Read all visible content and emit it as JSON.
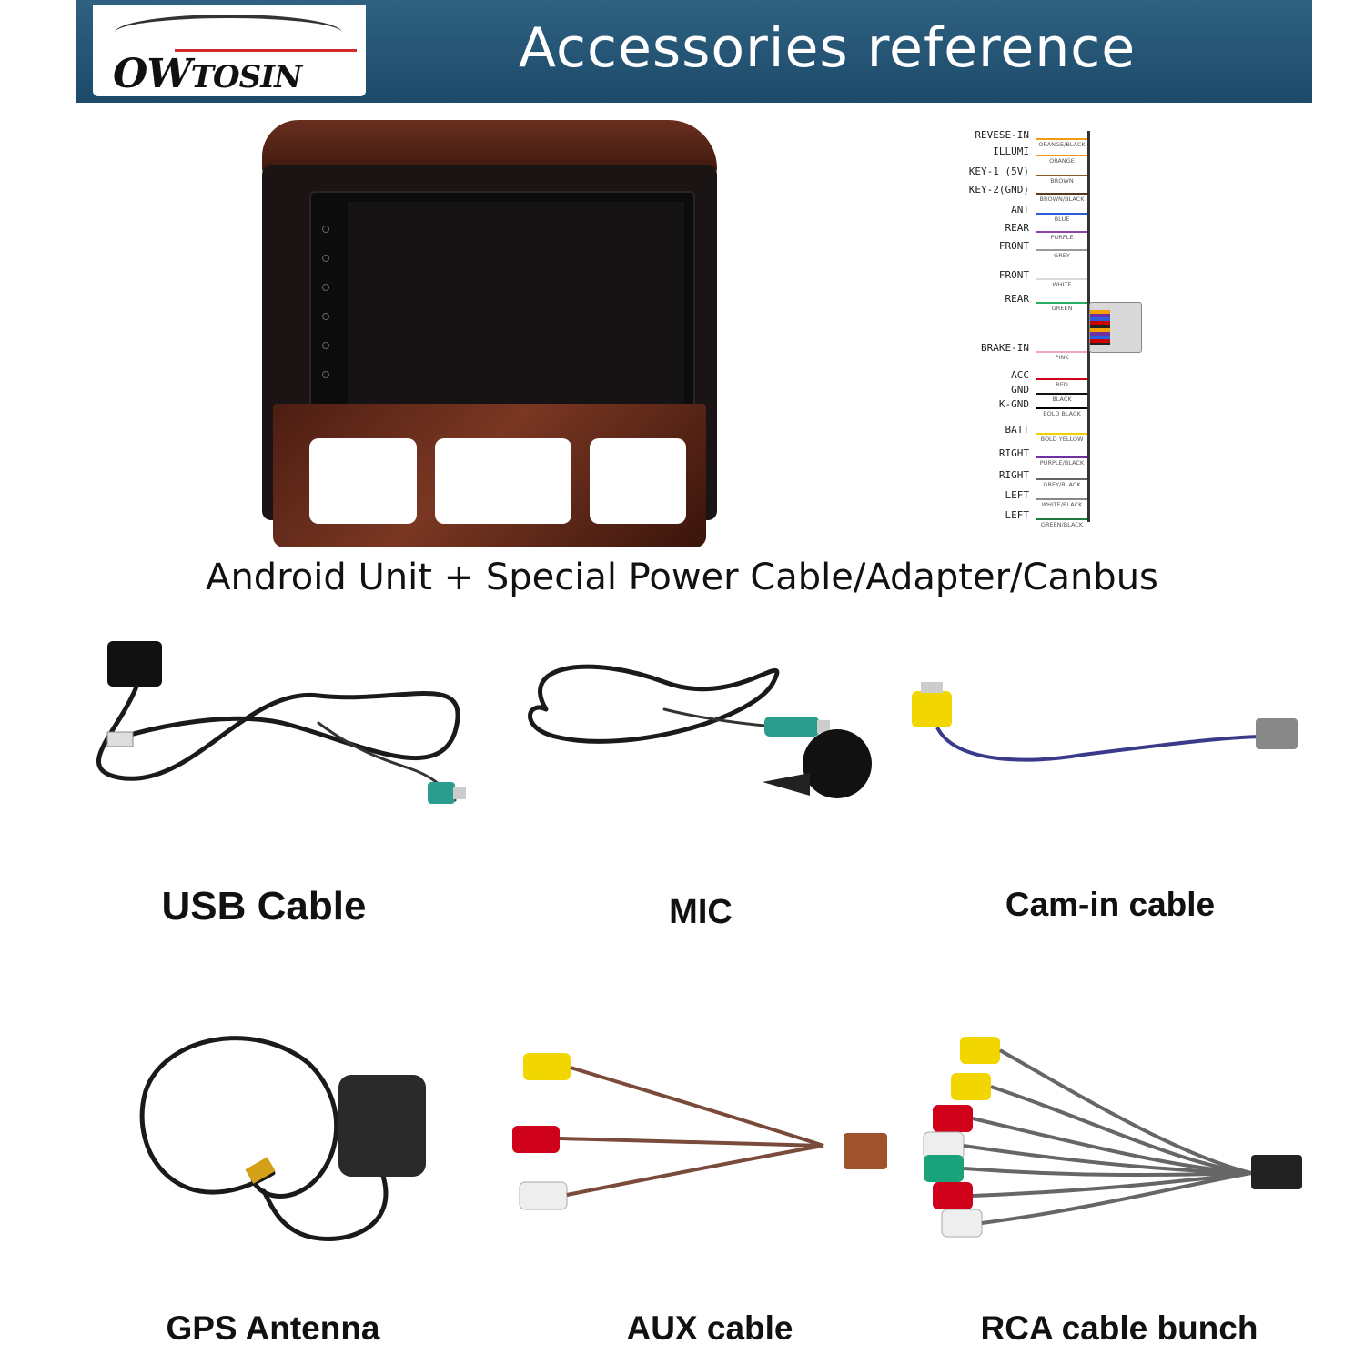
{
  "header": {
    "logo_main": "OW",
    "logo_sub": "TOSIN",
    "title": "Accessories reference"
  },
  "main_caption": "Android Unit + Special Power Cable/Adapter/Canbus",
  "wiring": [
    {
      "label": "REVESE-IN",
      "color_name": "ORANGE/BLACK",
      "hex": "#f39c12"
    },
    {
      "label": "ILLUMI",
      "color_name": "ORANGE",
      "hex": "#f39c12"
    },
    {
      "label": "KEY-1 (5V)",
      "color_name": "BROWN",
      "hex": "#8b5a2b"
    },
    {
      "label": "KEY-2(GND)",
      "color_name": "BROWN/BLACK",
      "hex": "#5a3a1a"
    },
    {
      "label": "ANT",
      "color_name": "BLUE",
      "hex": "#2b5fd9"
    },
    {
      "label": "REAR",
      "color_name": "PURPLE",
      "hex": "#8e44ad"
    },
    {
      "label": "FRONT",
      "color_name": "GREY",
      "hex": "#9a9a9a"
    },
    {
      "label": "FRONT",
      "color_name": "WHITE",
      "hex": "#d9d9d9"
    },
    {
      "label": "REAR",
      "color_name": "GREEN",
      "hex": "#27ae60"
    },
    {
      "label": "BRAKE-IN",
      "color_name": "PINK",
      "hex": "#f4a6b8"
    },
    {
      "label": "ACC",
      "color_name": "RED",
      "hex": "#d0021b"
    },
    {
      "label": "GND",
      "color_name": "BLACK",
      "hex": "#111111"
    },
    {
      "label": "K-GND",
      "color_name": "BOLD BLACK",
      "hex": "#000000"
    },
    {
      "label": "BATT",
      "color_name": "BOLD YELLOW",
      "hex": "#f1d100"
    },
    {
      "label": "RIGHT",
      "color_name": "PURPLE/BLACK",
      "hex": "#7030a0"
    },
    {
      "label": "RIGHT",
      "color_name": "GREY/BLACK",
      "hex": "#666666"
    },
    {
      "label": "LEFT",
      "color_name": "WHITE/BLACK",
      "hex": "#888888"
    },
    {
      "label": "LEFT",
      "color_name": "GREEN/BLACK",
      "hex": "#1e7a3e"
    }
  ],
  "accessories": [
    {
      "id": "usb",
      "label": "USB Cable"
    },
    {
      "id": "mic",
      "label": "MIC"
    },
    {
      "id": "cam",
      "label": "Cam-in cable"
    },
    {
      "id": "gps",
      "label": "GPS Antenna"
    },
    {
      "id": "aux",
      "label": "AUX cable"
    },
    {
      "id": "rca",
      "label": "RCA cable bunch"
    }
  ]
}
